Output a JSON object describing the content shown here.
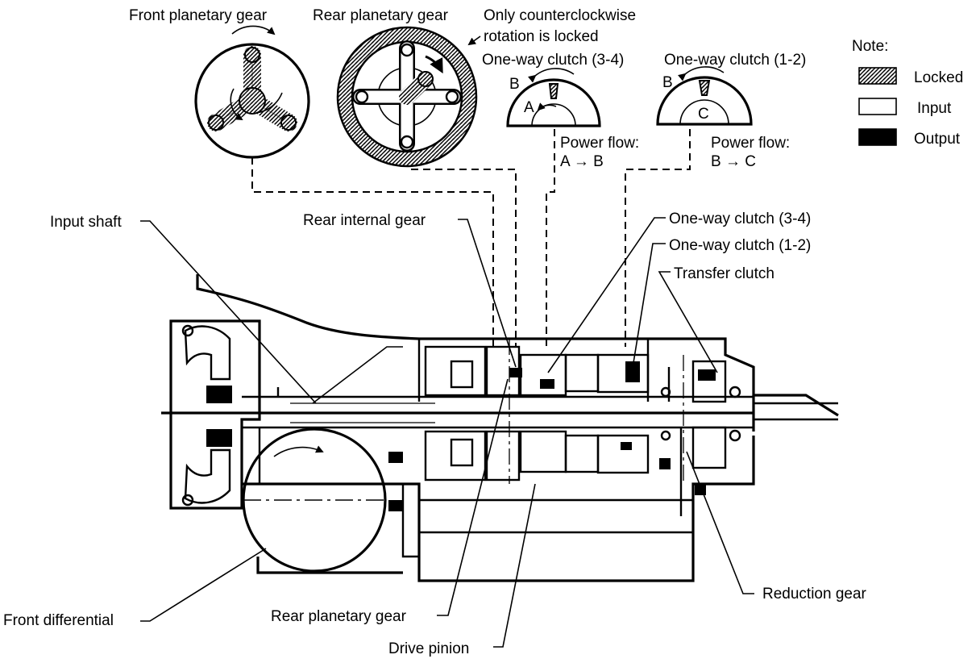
{
  "top": {
    "front_planetary": "Front planetary gear",
    "rear_planetary": "Rear planetary gear",
    "note_line1": "Only counterclockwise",
    "note_line2": "rotation is locked",
    "owc_34_title": "One-way clutch (3-4)",
    "owc_12_title": "One-way clutch (1-2)",
    "owc_34_B": "B",
    "owc_34_A": "A",
    "owc_12_B": "B",
    "owc_12_C": "C",
    "pf_34_title": "Power flow:",
    "pf_34_value": "A → B",
    "pf_12_title": "Power flow:",
    "pf_12_value": "B → C"
  },
  "legend": {
    "title": "Note:",
    "items": [
      {
        "label": "Locked",
        "swatch": "hatched"
      },
      {
        "label": "Input",
        "swatch": "white"
      },
      {
        "label": "Output",
        "swatch": "black"
      }
    ]
  },
  "callouts": {
    "input_shaft": "Input shaft",
    "rear_internal_gear": "Rear internal gear",
    "owc_34": "One-way clutch (3-4)",
    "owc_12": "One-way clutch (1-2)",
    "transfer_clutch": "Transfer clutch",
    "reduction_gear": "Reduction gear",
    "front_differential": "Front differential",
    "rear_planetary": "Rear planetary gear",
    "drive_pinion": "Drive pinion"
  }
}
